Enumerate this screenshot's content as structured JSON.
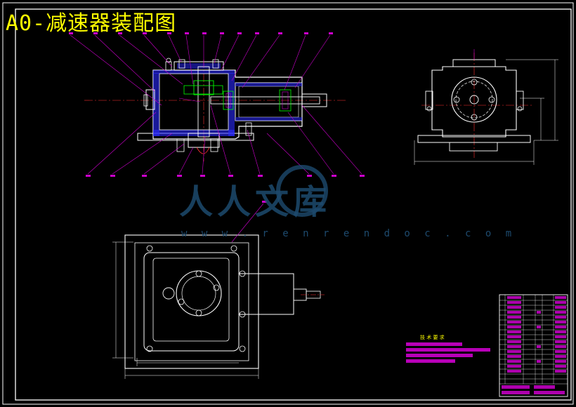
{
  "drawing": {
    "title": "A0-减速器装配图",
    "sheet_size": "A0",
    "technical_requirements_title": "技 术 要 求"
  },
  "watermark": {
    "brand": "人人文库",
    "url": "w w w . r e n r e n d o c . c o m"
  },
  "colors": {
    "background": "#000000",
    "frame": "#ffffff",
    "outline": "#ffffff",
    "hatch": "#4040ff",
    "leader": "#cc00cc",
    "centerline": "#ff3030",
    "green": "#00ff00",
    "cyan": "#00ffff",
    "title": "#ffff00",
    "watermark": "#1d4a6e"
  },
  "views": [
    "front-section-view",
    "side-view",
    "top-view"
  ]
}
